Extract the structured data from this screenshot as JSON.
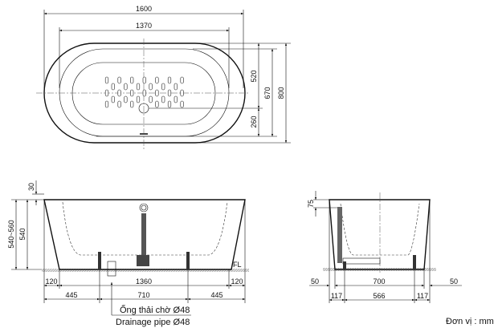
{
  "top_view": {
    "dims": {
      "length_outer": "1600",
      "length_inner": "1370",
      "d520": "520",
      "d260": "260",
      "d670": "670",
      "d800": "800"
    }
  },
  "front_view": {
    "dims": {
      "total_height": "540~560",
      "height": "540",
      "rim": "30",
      "end_left": "120",
      "between": "1360",
      "end_right": "120",
      "foot_left": "445",
      "foot_span": "710",
      "foot_right": "445"
    },
    "floor_label": "FL",
    "pipe_label_vi": "Ống thải chờ  Ø48",
    "pipe_label_en": "Drainage pipe Ø48"
  },
  "side_view": {
    "dims": {
      "rim": "75",
      "off_left": "50",
      "width": "700",
      "off_right": "50",
      "foot_left": "117",
      "foot_span": "566",
      "foot_right": "117"
    }
  },
  "unit_label": "Đơn vị : mm"
}
